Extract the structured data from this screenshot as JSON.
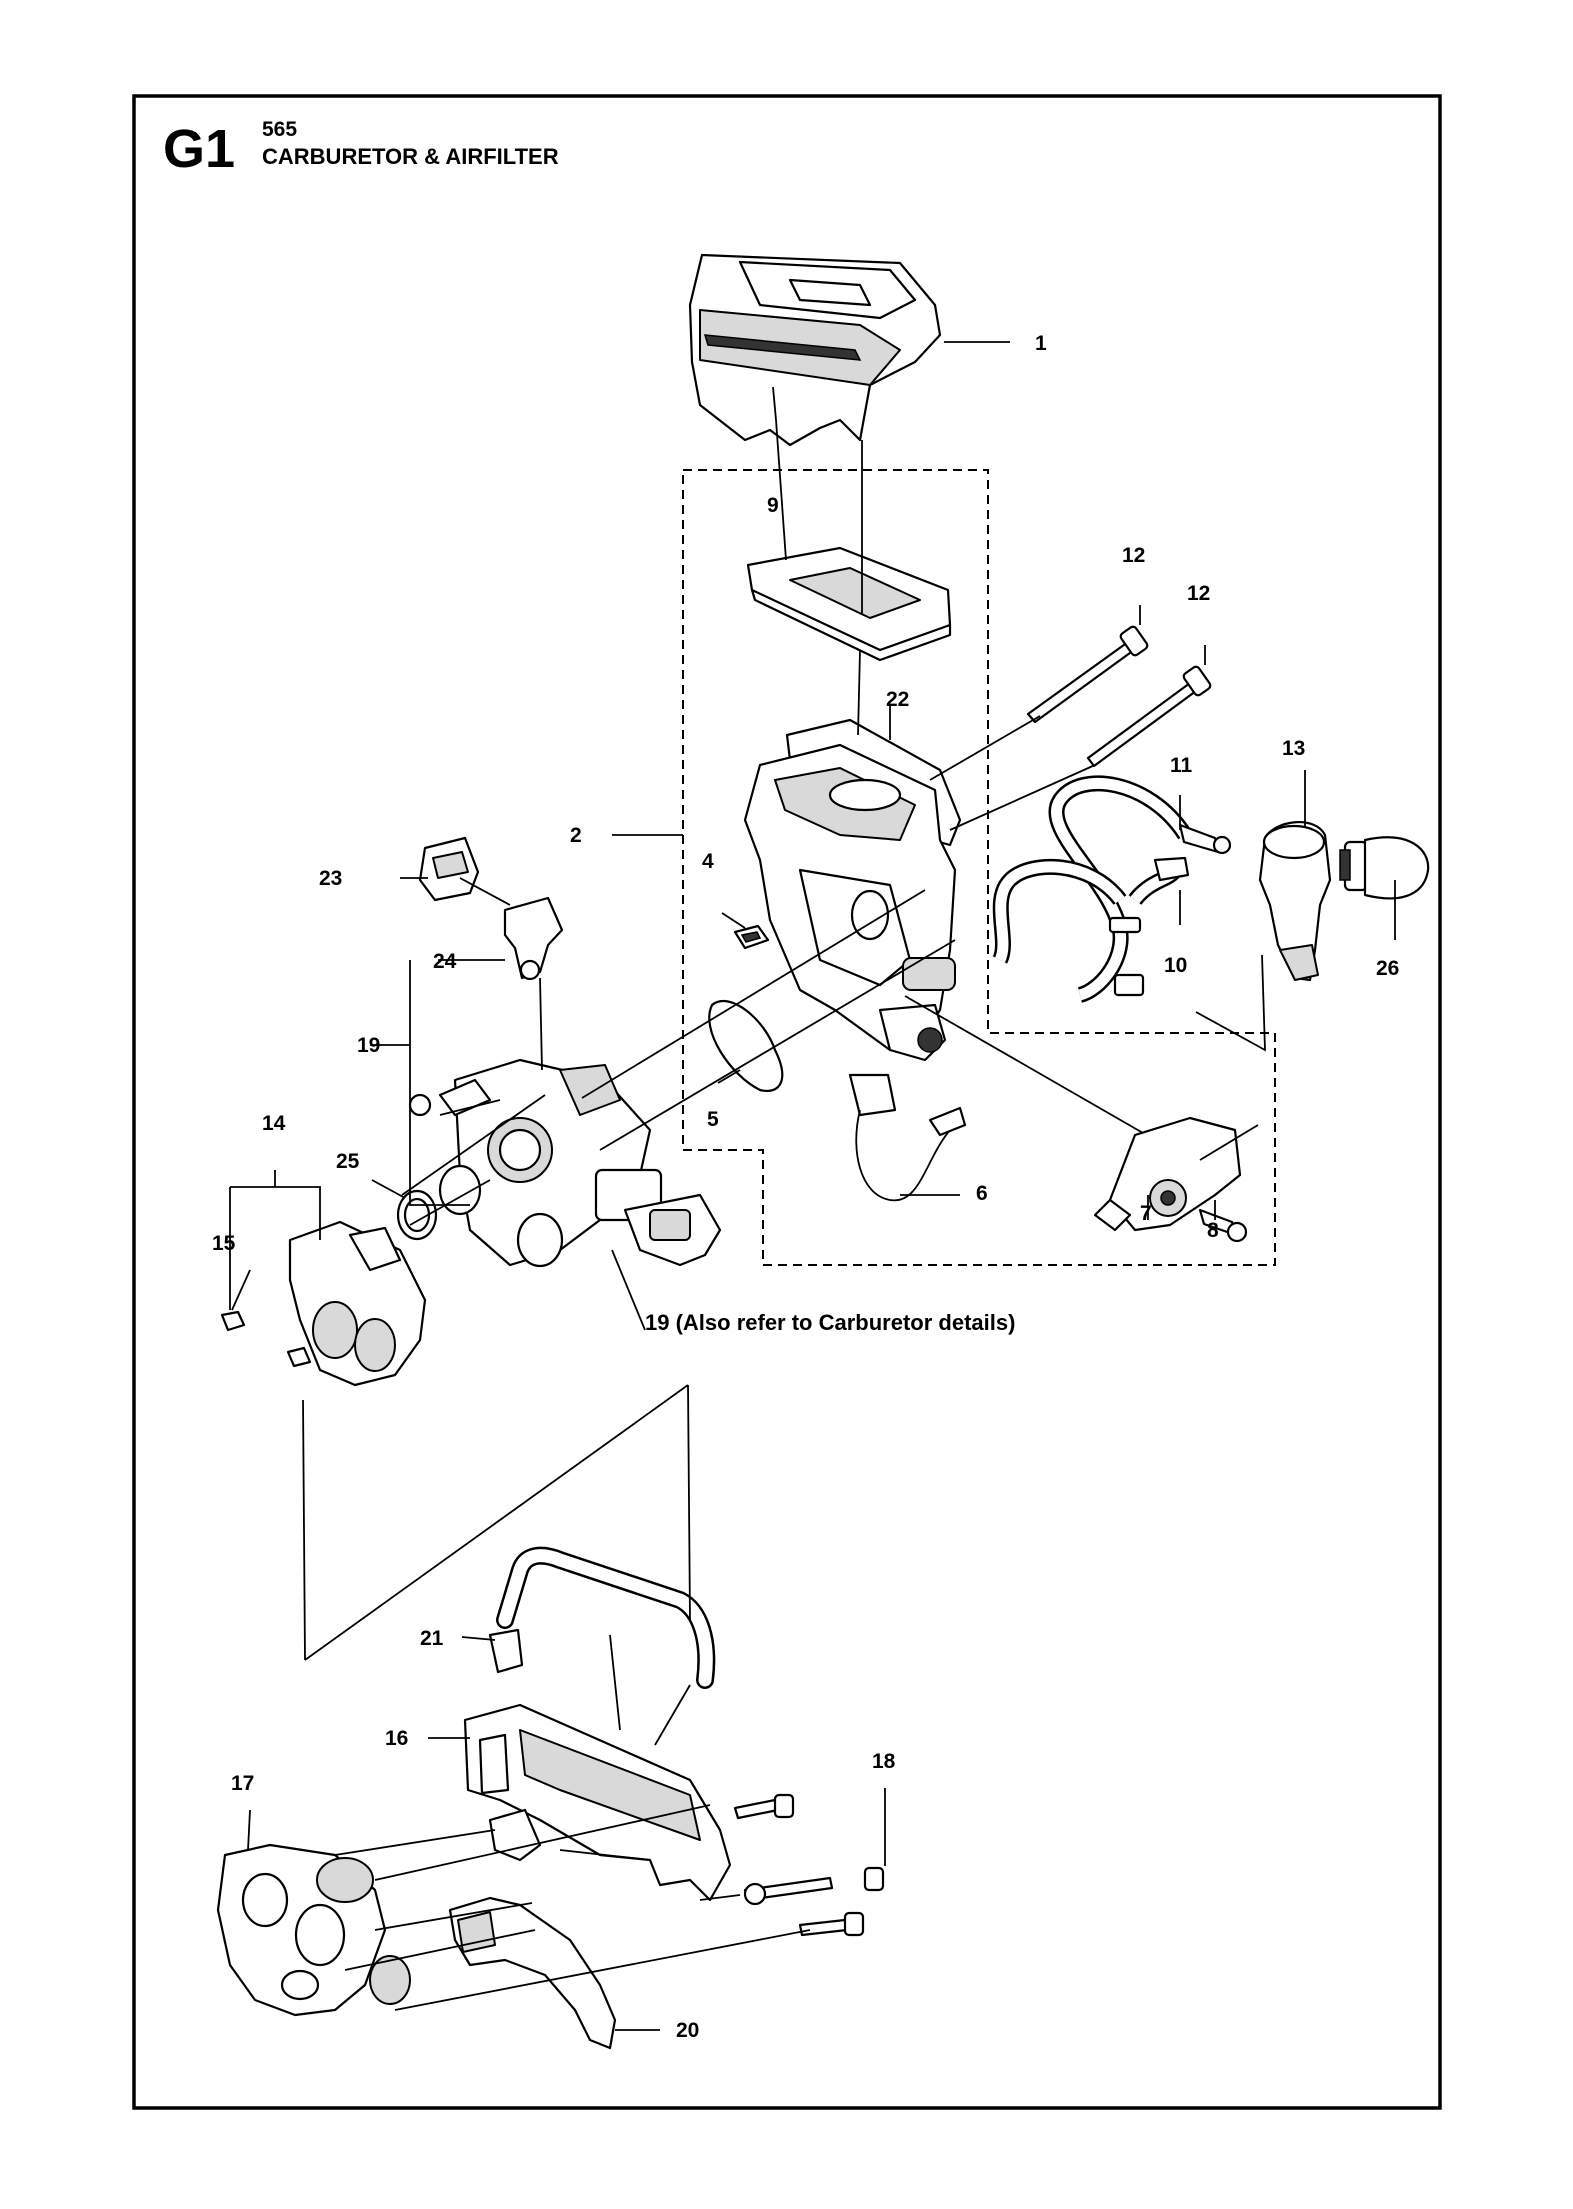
{
  "header": {
    "code": "G1",
    "model": "565",
    "title": "CARBURETOR & AIRFILTER"
  },
  "callouts": {
    "c1": "1",
    "c2": "2",
    "c4": "4",
    "c5": "5",
    "c6": "6",
    "c7": "7",
    "c8": "8",
    "c9": "9",
    "c10": "10",
    "c11": "11",
    "c12a": "12",
    "c12b": "12",
    "c13": "13",
    "c14": "14",
    "c15": "15",
    "c16": "16",
    "c17": "17",
    "c18": "18",
    "c19": "19",
    "c20": "20",
    "c21": "21",
    "c22": "22",
    "c23": "23",
    "c24": "24",
    "c25": "25",
    "c26": "26"
  },
  "note": "19 (Also refer to Carburetor details)"
}
